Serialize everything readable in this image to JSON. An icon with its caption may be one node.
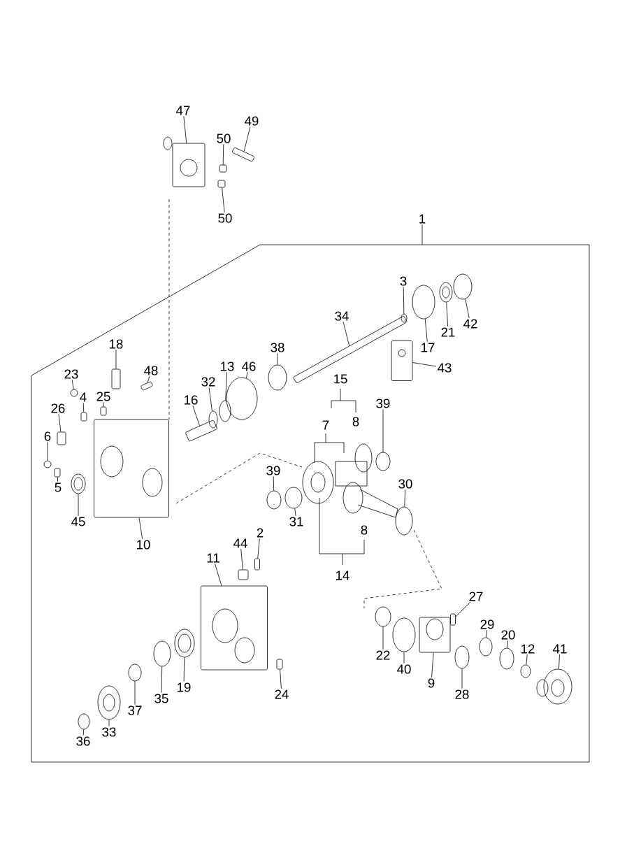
{
  "diagram": {
    "nodes": [
      {
        "text": [
          "1"
        ]
      },
      {
        "text": [
          "47"
        ]
      },
      {
        "text": [
          "49"
        ]
      },
      {
        "text": [
          "50"
        ]
      },
      {
        "text": [
          "50"
        ]
      },
      {
        "text": [
          "3"
        ]
      },
      {
        "text": [
          "34"
        ]
      },
      {
        "text": [
          "17"
        ]
      },
      {
        "text": [
          "21"
        ]
      },
      {
        "text": [
          "42"
        ]
      },
      {
        "text": [
          "38"
        ]
      },
      {
        "text": [
          "43"
        ]
      },
      {
        "text": [
          "18"
        ]
      },
      {
        "text": [
          "48"
        ]
      },
      {
        "text": [
          "23"
        ]
      },
      {
        "text": [
          "13"
        ]
      },
      {
        "text": [
          "46"
        ]
      },
      {
        "text": [
          "32"
        ]
      },
      {
        "text": [
          "16"
        ]
      },
      {
        "text": [
          "4"
        ]
      },
      {
        "text": [
          "25"
        ]
      },
      {
        "text": [
          "26"
        ]
      },
      {
        "text": [
          "6"
        ]
      },
      {
        "text": [
          "5"
        ]
      },
      {
        "text": [
          "45"
        ]
      },
      {
        "text": [
          "10"
        ]
      },
      {
        "text": [
          "15"
        ]
      },
      {
        "text": [
          "7"
        ]
      },
      {
        "text": [
          "8"
        ]
      },
      {
        "text": [
          "39"
        ]
      },
      {
        "text": [
          "39"
        ]
      },
      {
        "text": [
          "31"
        ]
      },
      {
        "text": [
          "30"
        ]
      },
      {
        "text": [
          "8"
        ]
      },
      {
        "text": [
          "14"
        ]
      },
      {
        "text": [
          "11"
        ]
      },
      {
        "text": [
          "44"
        ]
      },
      {
        "text": [
          "2"
        ]
      },
      {
        "text": [
          "27"
        ]
      },
      {
        "text": [
          "29"
        ]
      },
      {
        "text": [
          "20"
        ]
      },
      {
        "text": [
          "12"
        ]
      },
      {
        "text": [
          "41"
        ]
      },
      {
        "text": [
          "22"
        ]
      },
      {
        "text": [
          "40"
        ]
      },
      {
        "text": [
          "9"
        ]
      },
      {
        "text": [
          "28"
        ]
      },
      {
        "text": [
          "19"
        ]
      },
      {
        "text": [
          "35"
        ]
      },
      {
        "text": [
          "37"
        ]
      },
      {
        "text": [
          "33"
        ]
      },
      {
        "text": [
          "36"
        ]
      },
      {
        "text": [
          "24"
        ]
      },
      {
        "text": [],
        "shape": "box"
      },
      {
        "text": [],
        "shape": "box"
      },
      {
        "text": [],
        "shape": "box"
      },
      {
        "text": [],
        "shape": "box"
      },
      {
        "text": [],
        "shape": "circle"
      },
      {
        "text": [],
        "shape": "box"
      },
      {
        "text": [],
        "shape": "circle"
      },
      {
        "text": [],
        "shape": "circle"
      },
      {
        "text": [],
        "shape": "circle"
      },
      {
        "text": [],
        "shape": "circle"
      },
      {
        "text": [],
        "shape": "box"
      },
      {
        "text": [],
        "shape": "box"
      },
      {
        "text": [],
        "shape": "box"
      },
      {
        "text": [],
        "shape": "circle"
      },
      {
        "text": [],
        "shape": "circle"
      },
      {
        "text": [],
        "shape": "circle"
      },
      {
        "text": [],
        "shape": "circle"
      },
      {
        "text": [],
        "shape": "box"
      },
      {
        "text": [],
        "shape": "box"
      },
      {
        "text": [],
        "shape": "box"
      },
      {
        "text": [],
        "shape": "box"
      },
      {
        "text": [],
        "shape": "circle"
      },
      {
        "text": [],
        "shape": "box"
      },
      {
        "text": [],
        "shape": "circle"
      },
      {
        "text": [],
        "shape": "box"
      },
      {
        "text": [],
        "shape": "circle"
      },
      {
        "text": [],
        "shape": "circle"
      },
      {
        "text": [],
        "shape": "circle"
      },
      {
        "text": [],
        "shape": "circle"
      },
      {
        "text": [],
        "shape": "box"
      },
      {
        "text": [],
        "shape": "box"
      },
      {
        "text": [],
        "shape": "box"
      },
      {
        "text": [],
        "shape": "box"
      },
      {
        "text": [],
        "shape": "circle"
      },
      {
        "text": [],
        "shape": "circle"
      },
      {
        "text": [],
        "shape": "circle"
      },
      {
        "text": [],
        "shape": "circle"
      },
      {
        "text": [],
        "shape": "circle"
      },
      {
        "text": [],
        "shape": "circle"
      },
      {
        "text": [],
        "shape": "box"
      },
      {
        "text": [],
        "shape": "circle"
      },
      {
        "text": [],
        "shape": "circle"
      },
      {
        "text": [],
        "shape": "circle"
      },
      {
        "text": [],
        "shape": "circle"
      },
      {
        "text": [],
        "shape": "circle"
      },
      {
        "text": [],
        "shape": "circle"
      },
      {
        "text": [],
        "shape": "box"
      }
    ],
    "edges": [
      {
        "from": 0,
        "to": null,
        "arrow": "none"
      },
      {
        "from": 1,
        "to": 53,
        "arrow": "none"
      },
      {
        "from": 2,
        "to": 54,
        "arrow": "none"
      },
      {
        "from": 3,
        "to": 55,
        "arrow": "none"
      },
      {
        "from": 4,
        "to": 56,
        "arrow": "none"
      },
      {
        "from": 5,
        "to": 57,
        "arrow": "none"
      },
      {
        "from": 6,
        "to": 58,
        "arrow": "none"
      },
      {
        "from": 7,
        "to": 59,
        "arrow": "none"
      },
      {
        "from": 8,
        "to": 60,
        "arrow": "none"
      },
      {
        "from": 9,
        "to": 61,
        "arrow": "none"
      },
      {
        "from": 10,
        "to": 62,
        "arrow": "none"
      },
      {
        "from": 11,
        "to": 63,
        "arrow": "none"
      },
      {
        "from": 12,
        "to": 64,
        "arrow": "none"
      },
      {
        "from": 13,
        "to": 65,
        "arrow": "none"
      },
      {
        "from": 14,
        "to": 66,
        "arrow": "none"
      },
      {
        "from": 15,
        "to": 67,
        "arrow": "none"
      },
      {
        "from": 16,
        "to": 68,
        "arrow": "none"
      },
      {
        "from": 17,
        "to": 69,
        "arrow": "none"
      },
      {
        "from": 18,
        "to": 70,
        "arrow": "none"
      },
      {
        "from": 19,
        "to": 71,
        "arrow": "none"
      },
      {
        "from": 20,
        "to": 72,
        "arrow": "none"
      },
      {
        "from": 21,
        "to": 73,
        "arrow": "none"
      },
      {
        "from": 22,
        "to": 74,
        "arrow": "none"
      },
      {
        "from": 23,
        "to": 75,
        "arrow": "none"
      },
      {
        "from": 24,
        "to": 76,
        "arrow": "none"
      },
      {
        "from": 25,
        "to": 77,
        "arrow": "none"
      },
      {
        "from": 29,
        "to": 78,
        "arrow": "none"
      },
      {
        "from": 30,
        "to": 79,
        "arrow": "none"
      },
      {
        "from": 31,
        "to": 80,
        "arrow": "none"
      },
      {
        "from": 32,
        "to": 81,
        "arrow": "none"
      },
      {
        "from": 35,
        "to": 82,
        "arrow": "none"
      },
      {
        "from": 36,
        "to": 83,
        "arrow": "none"
      },
      {
        "from": 37,
        "to": 84,
        "arrow": "none"
      },
      {
        "from": 38,
        "to": 85,
        "arrow": "none"
      },
      {
        "from": 39,
        "to": 86,
        "arrow": "none"
      },
      {
        "from": 40,
        "to": 87,
        "arrow": "none"
      },
      {
        "from": 41,
        "to": 88,
        "arrow": "none"
      },
      {
        "from": 42,
        "to": 89,
        "arrow": "none"
      },
      {
        "from": 43,
        "to": 90,
        "arrow": "none"
      },
      {
        "from": 44,
        "to": 91,
        "arrow": "none"
      },
      {
        "from": 45,
        "to": 92,
        "arrow": "none"
      },
      {
        "from": 46,
        "to": 93,
        "arrow": "none"
      },
      {
        "from": 47,
        "to": 94,
        "arrow": "none"
      },
      {
        "from": 48,
        "to": 95,
        "arrow": "none"
      },
      {
        "from": 49,
        "to": 96,
        "arrow": "none"
      },
      {
        "from": 50,
        "to": 97,
        "arrow": "none"
      },
      {
        "from": 51,
        "to": 98,
        "arrow": "none"
      },
      {
        "from": 52,
        "to": 99,
        "arrow": "none"
      }
    ]
  }
}
